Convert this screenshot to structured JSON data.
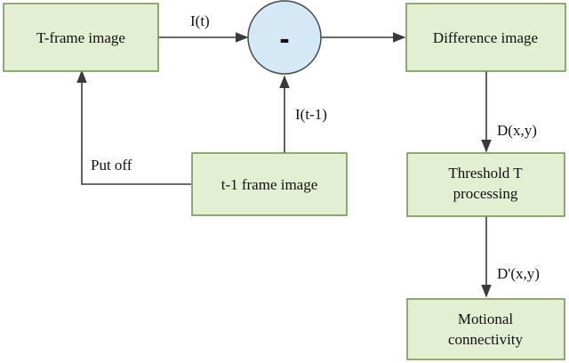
{
  "nodes": {
    "t_frame": "T-frame image",
    "t1_frame": "t-1 frame image",
    "difference": "Difference image",
    "threshold_line1": "Threshold T",
    "threshold_line2": "processing",
    "motional_line1": "Motional",
    "motional_line2": "connectivity",
    "operator": "-"
  },
  "edges": {
    "it": "I(t)",
    "it1": "I(t-1)",
    "put_off": "Put off",
    "dxy": "D(x,y)",
    "dprime": "D'(x,y)"
  },
  "colors": {
    "box_fill": "#e3efd2",
    "box_stroke": "#6f8f52",
    "circle_fill": "#d5e8f5"
  }
}
